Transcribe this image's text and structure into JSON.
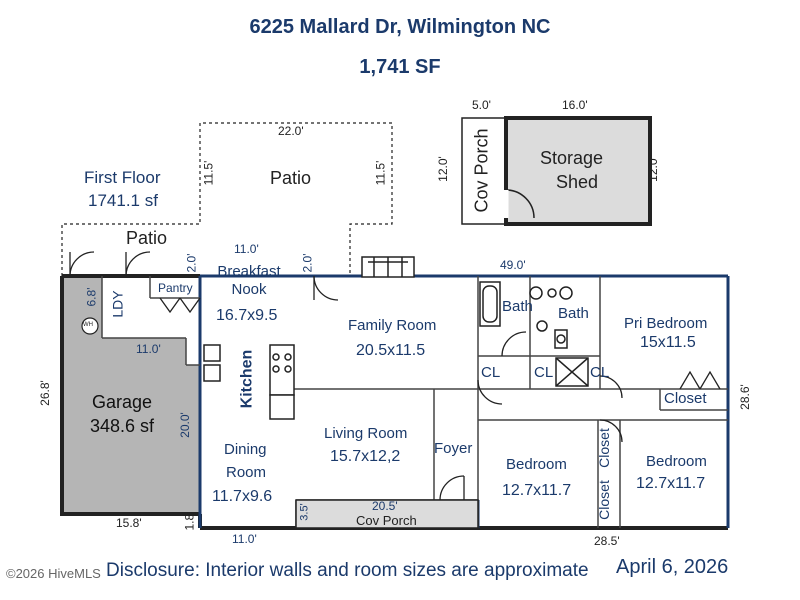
{
  "header": {
    "address": "6225 Mallard Dr, Wilmington NC",
    "area": "1,741 SF"
  },
  "summary": {
    "floor": "First Floor",
    "floor_area": "1741.1 sf"
  },
  "rooms": {
    "patio_upper": "Patio",
    "patio_lower": "Patio",
    "breakfast_name": "Breakfast\nNook",
    "breakfast_size": "16.7x9.5",
    "pantry": "Pantry",
    "ldy": "LDY",
    "wh": "WH",
    "family_name": "Family Room",
    "family_size": "20.5x11.5",
    "kitchen": "Kitchen",
    "garage_name": "Garage",
    "garage_area": "348.6 sf",
    "dining_name": "Dining",
    "dining_name2": "Room",
    "dining_size": "11.7x9.6",
    "living_name": "Living Room",
    "living_size": "15.7x12,2",
    "foyer": "Foyer",
    "bath1": "Bath",
    "bath2": "Bath",
    "cl1": "CL",
    "cl2": "CL",
    "cl3": "CL",
    "pri_name": "Pri Bedroom",
    "pri_size": "15x11.5",
    "closet_main": "Closet",
    "closet_v1": "Closet",
    "closet_v2": "Closet",
    "bed1_name": "Bedroom",
    "bed1_size": "12.7x11.7",
    "bed2_name": "Bedroom",
    "bed2_size": "12.7x11.7",
    "cov_porch_front": "Cov Porch",
    "cov_porch_shed": "Cov Porch",
    "storage_name": "Storage",
    "storage_name2": "Shed"
  },
  "dimensions": {
    "shed_porch_w": "5.0'",
    "shed_w": "16.0'",
    "shed_h_left": "12.0'",
    "shed_h_right": "12.0'",
    "patio_w": "22.0'",
    "patio_h_left": "11.5'",
    "patio_h_right": "11.5'",
    "nook_w": "11.0'",
    "nook_gap_left": "2.0'",
    "nook_gap_right": "2.0'",
    "house_w": "49.0'",
    "ldy_h": "6.8'",
    "garage_inner_w": "11.0'",
    "house_h_left": "26.8'",
    "dining_h": "20.0'",
    "house_h_right": "28.6'",
    "porch_w": "20.5'",
    "porch_h": "3.5'",
    "garage_w": "15.8'",
    "step_h": "1.8'",
    "bottom_w": "11.0'",
    "bottom_right_w": "28.5'"
  },
  "footer": {
    "copyright": "©2026 HiveMLS",
    "disclosure": "Disclosure: Interior walls and room sizes are approximate",
    "date": "April 6, 2026"
  },
  "colors": {
    "wall_blue": "#1b3a6b",
    "garage_fill": "#b5b5b5",
    "shed_fill": "#dcdcdc"
  }
}
